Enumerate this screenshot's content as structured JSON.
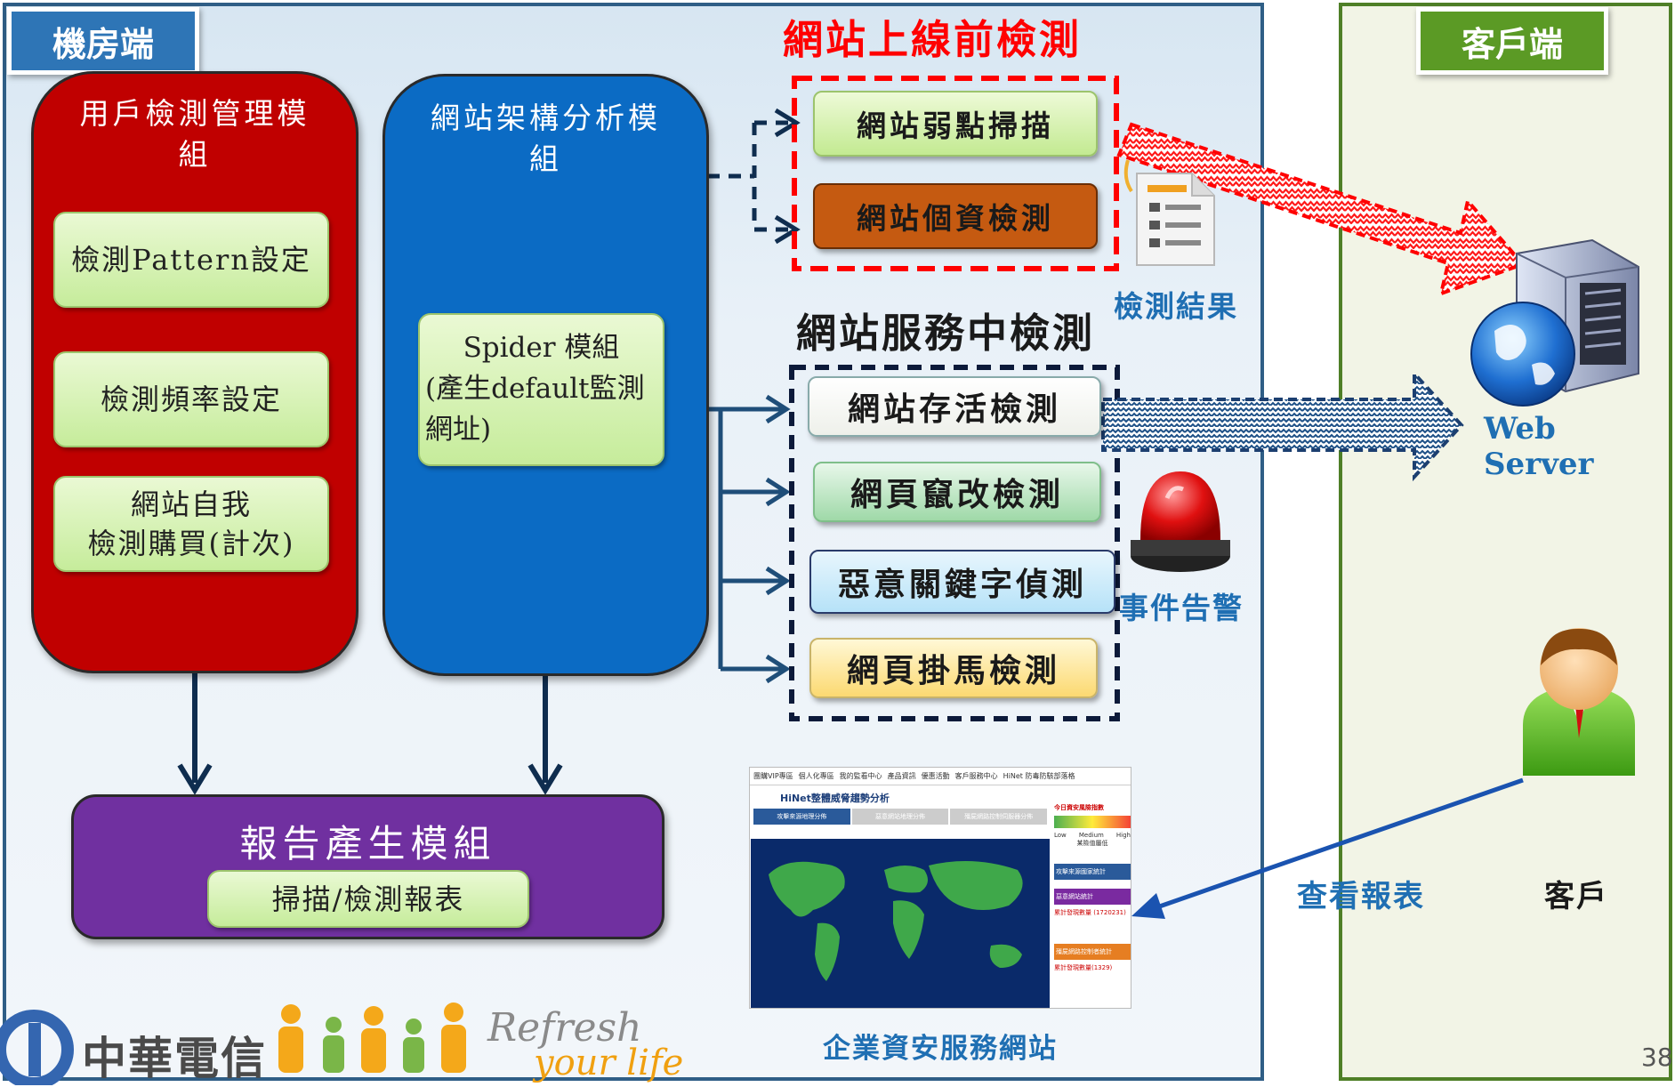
{
  "panels": {
    "datacenter_label": "機房端",
    "client_label": "客戶端"
  },
  "modules": {
    "user_mgmt": {
      "title_line1": "用戶檢測管理模",
      "title_line2": "組",
      "items": [
        "檢測Pattern設定",
        "檢測頻率設定"
      ],
      "purchase_line1": "網站自我",
      "purchase_line2": "檢測購買(計次)"
    },
    "site_arch": {
      "title_line1": "網站架構分析模",
      "title_line2": "組",
      "spider_line1": "Spider 模組",
      "spider_line2": "(產生default監測",
      "spider_line3": "網址)"
    },
    "report": {
      "title": "報告產生模組",
      "item": "掃描/檢測報表"
    }
  },
  "pre_launch": {
    "heading": "網站上線前檢測",
    "items": [
      "網站弱點掃描",
      "網站個資檢測"
    ],
    "result_label": "檢測結果"
  },
  "in_service": {
    "heading": "網站服務中檢測",
    "items": [
      "網站存活檢測",
      "網頁竄改檢測",
      "惡意關鍵字偵測",
      "網頁掛馬檢測"
    ],
    "alert_label": "事件告警"
  },
  "portal": {
    "caption": "企業資安服務網站",
    "nav_items": [
      "團購VIP專區",
      "個人化專區",
      "我的監看中心",
      "產品資訊",
      "優惠活動",
      "客戶服務中心",
      "HiNet 防毒防駭部落格"
    ],
    "title": "HiNet整體威脅趨勢分析",
    "tabs": [
      "攻擊來源地理分佈",
      "惡意網站地理分佈",
      "殭屍網路控制伺服器分佈"
    ],
    "side_title": "今日資安風險指數",
    "gauge_labels": [
      "Low",
      "Medium",
      "High"
    ],
    "gauge_caption": "某險值屬低",
    "side_buttons": [
      "攻擊來源國家統計",
      "惡意網站統計",
      "殭屍網路控制者統計"
    ],
    "side_stat_1": "累計發現數量 (1720231)",
    "side_stat_2": "累計發現數量(1329)"
  },
  "client": {
    "server_label": "Web Server",
    "customer_label": "客戶",
    "view_report_label": "查看報表"
  },
  "branding": {
    "company": "中華電信",
    "slogan_1": "Refresh",
    "slogan_2": "your life"
  },
  "page_number": "38",
  "colors": {
    "red_module": "#c00000",
    "blue_module": "#0b6bc4",
    "purple_module": "#7030a0",
    "datacenter_tag": "#2e75b6",
    "client_tag": "#5b9a25",
    "pre_heading": "#ff0000"
  }
}
